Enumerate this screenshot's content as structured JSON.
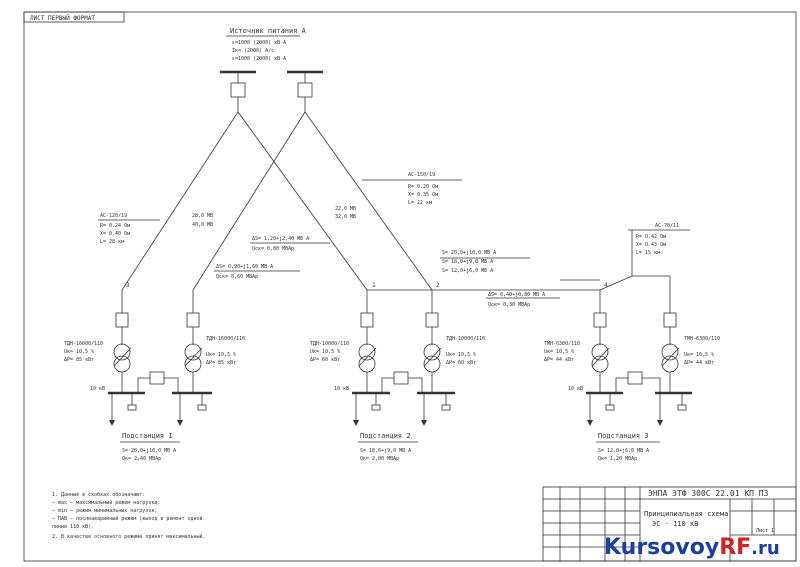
{
  "corner_tag": "ЛИСТ ПЕРВЫЙ ФОРМАТ",
  "source": {
    "title": "Источник питания А",
    "p1": "ε=1000 (2000) кВ А",
    "p2": "Iк= (2000) А/с",
    "p3": "ε=1000 (2000) кВ А"
  },
  "line_left": {
    "name": "АС-120/19",
    "p1": "R= 0.24 Ом",
    "p2": "X= 0.40 Ом",
    "p3": "L= 28 км",
    "flow": "28,0 МВ",
    "flow2": "40,0 МВ"
  },
  "line_right": {
    "name": "АС-150/19",
    "p1": "R= 0.20 Ом",
    "p2": "X= 0.35 Ом",
    "p3": "L= 22 км",
    "flow": "22,0 МВ",
    "flow2": "32,0 МВ"
  },
  "line_far": {
    "name": "АС-70/11",
    "p1": "R= 0.42 Ом",
    "p2": "X= 0.43 Ом",
    "p3": "L= 15 км"
  },
  "loss_a": {
    "dp": "ΔS= 1,20+j2,40 МВ А",
    "q": "Qск= 0,80 МВАр"
  },
  "loss_b": {
    "dp": "ΔS= 0,90+j1,60 МВ А",
    "q": "Qск= 0,60 МВАр"
  },
  "loss_c": {
    "dp": "ΔS= 0,40+j0,80 МВ А",
    "q": "Qск= 0,30 МВАр"
  },
  "bus_flow": {
    "a": "S= 20,0+j10,0 МВ А",
    "b": "S= 18,0+j9,0 МВ А",
    "c": "S= 12,0+j6,0 МВ А"
  },
  "node_labels": {
    "n1": "1",
    "n2": "2",
    "n3": "3",
    "n4": "4"
  },
  "substations": [
    {
      "name": "Подстанция 1",
      "p1": "S= 20,0+j10,0 МВ А",
      "p2": "Qк= 2,40 МВАр",
      "t1": "ТДН-16000/110",
      "t2": "Uк= 10,5 %",
      "t3": "ΔP= 85 кВт",
      "t4": "ТДН-16000/110",
      "t5": "Uк= 10,5 %",
      "t6": "ΔP= 85 кВт",
      "bus": "10 кВ"
    },
    {
      "name": "Подстанция 2",
      "p1": "S= 18,0+j9,0 МВ А",
      "p2": "Qк= 2,00 МВАр",
      "t1": "ТДН-10000/110",
      "t2": "Uк= 10,5 %",
      "t3": "ΔP= 60 кВт",
      "t4": "ТДН-10000/110",
      "t5": "Uк= 10,5 %",
      "t6": "ΔP= 60 кВт",
      "bus": "10 кВ"
    },
    {
      "name": "Подстанция 3",
      "p1": "S= 12,0+j6,0 МВ А",
      "p2": "Qк= 1,20 МВАр",
      "t1": "ТМН-6300/110",
      "t2": "Uк= 10,5 %",
      "t3": "ΔP= 44 кВт",
      "t4": "ТМН-6300/110",
      "t5": "Uк= 10,5 %",
      "t6": "ΔP= 44 кВт",
      "bus": "10 кВ"
    }
  ],
  "notes": [
    "1. Данные в скобках обозначают:",
    "   — max — максимальный режим нагрузки;",
    "   — min — режим минимальных нагрузок;",
    "   — ПАВ — послеаварийный режим (выход в ремонт одной",
    "     линии 110 кВ).",
    "2. В качестве основного режима принят максимальный."
  ],
  "title_block": {
    "code": "ЭНПА ЭТФ 300С 22.01 КП ПЗ",
    "title1": "Принципиальная схема",
    "title2": "ЭС - 110 кВ",
    "sheet": "Лист 1"
  },
  "watermark": {
    "part1": "Kursovoy",
    "part2": "RF",
    "part3": ".ru"
  },
  "colors": {
    "line": "#333333",
    "watermark_blue": "#1a3f9e",
    "watermark_red": "#d42020"
  }
}
